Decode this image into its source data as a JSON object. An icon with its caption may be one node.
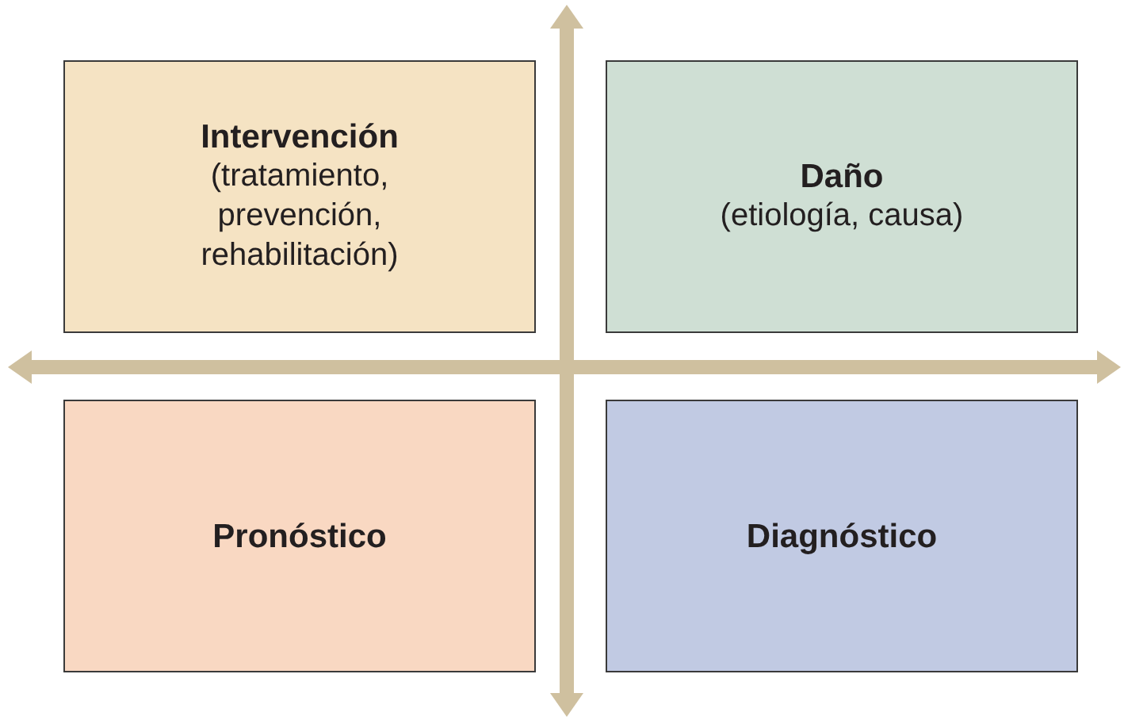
{
  "diagram": {
    "nodes": [
      {
        "text": [
          "Intervención",
          "(tratamiento, prevención, rehabilitación)"
        ]
      },
      {
        "text": [
          "Daño",
          "(etiología, causa)"
        ]
      },
      {
        "text": [
          "Pronóstico"
        ]
      },
      {
        "text": [
          "Diagnóstico"
        ]
      }
    ]
  }
}
